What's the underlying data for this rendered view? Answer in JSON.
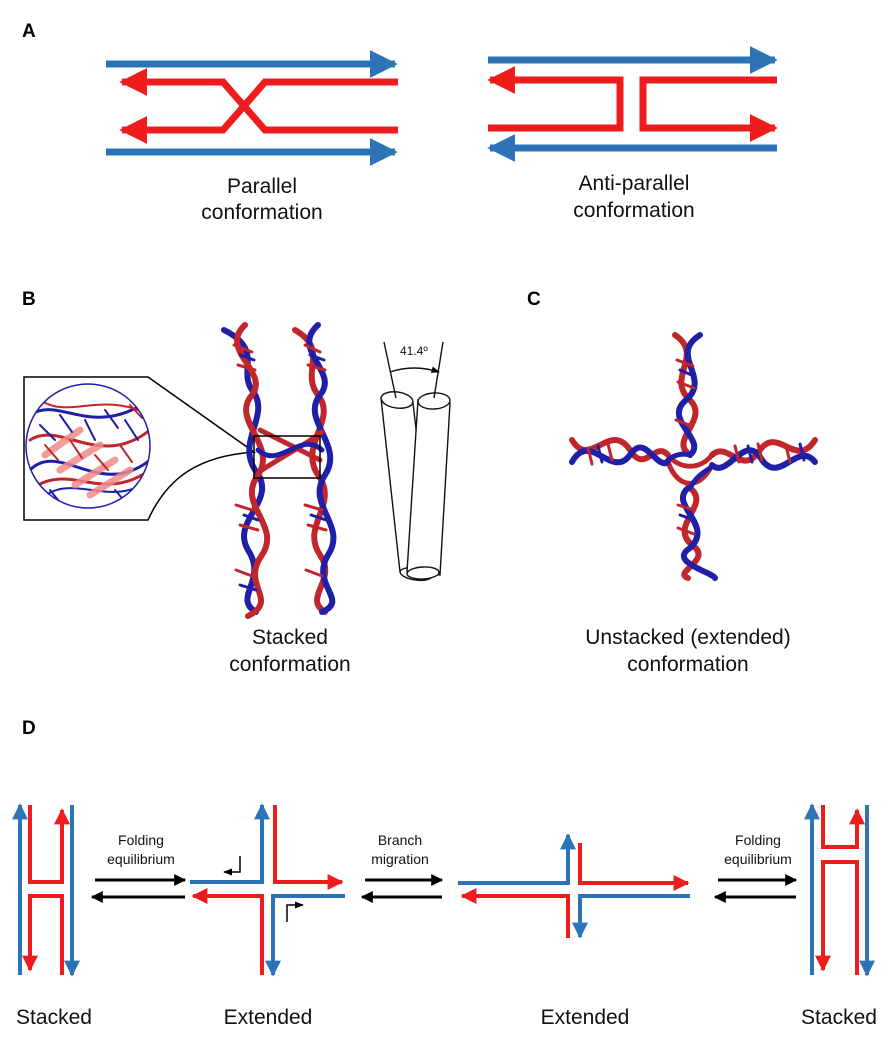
{
  "panels": {
    "a": {
      "letter": "A",
      "parallel_caption": [
        "Parallel",
        "conformation"
      ],
      "antiparallel_caption": [
        "Anti-parallel",
        "conformation"
      ]
    },
    "b": {
      "letter": "B",
      "caption": [
        "Stacked",
        "conformation"
      ],
      "angle_label": "41.4º"
    },
    "c": {
      "letter": "C",
      "caption": [
        "Unstacked (extended)",
        "conformation"
      ]
    },
    "d": {
      "letter": "D",
      "labels": [
        "Stacked",
        "Extended",
        "Extended",
        "Stacked"
      ],
      "transitions": [
        [
          "Folding",
          "equilibrium"
        ],
        [
          "Branch",
          "migration"
        ],
        [
          "Folding",
          "equilibrium"
        ]
      ]
    }
  },
  "colors": {
    "blue_strand": "#2c73b8",
    "red_strand": "#ee1c1c",
    "dna_blue": "#1f1fa8",
    "dna_red": "#c0262c",
    "black": "#000000"
  }
}
